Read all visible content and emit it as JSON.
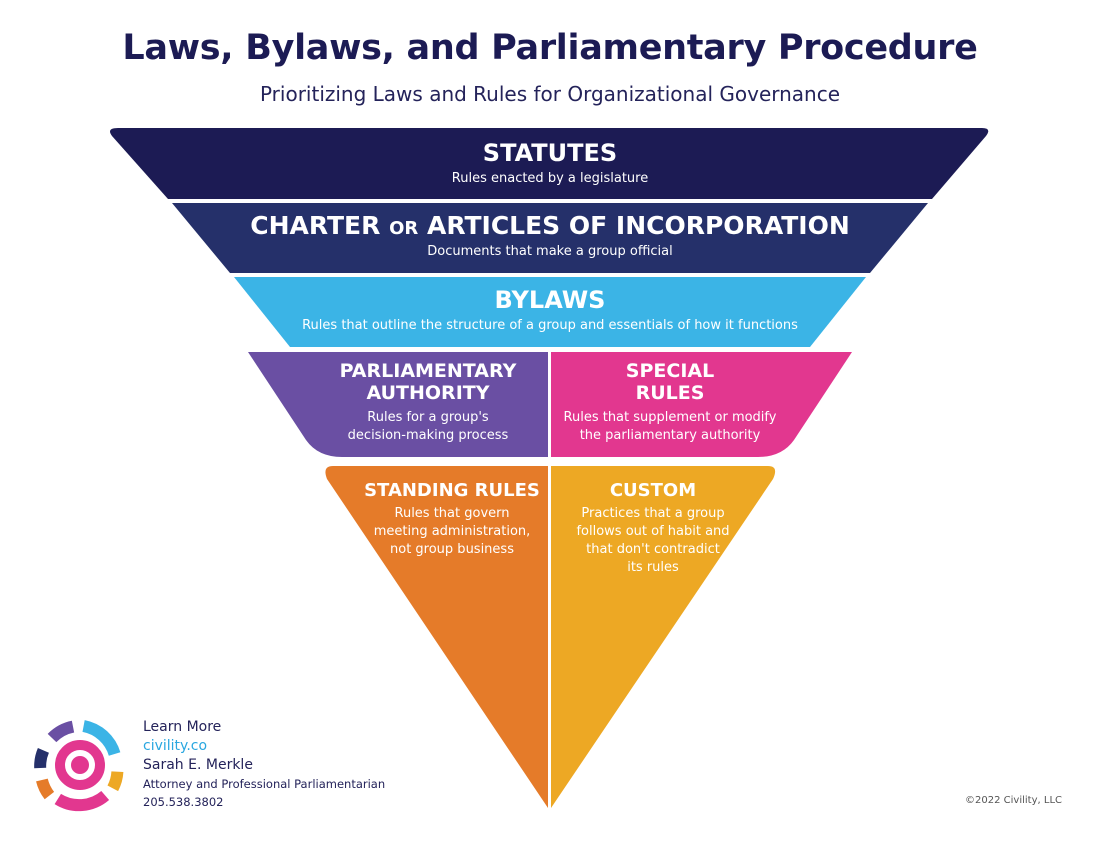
{
  "header": {
    "title": "Laws, Bylaws, and Parliamentary Procedure",
    "subtitle": "Prioritizing Laws and Rules for Organizational Governance"
  },
  "tiers": {
    "statutes": {
      "title": "STATUTES",
      "description": "Rules enacted by a legislature",
      "color": "#1c1b54"
    },
    "charter": {
      "title_a": "CHARTER",
      "title_or": "OR",
      "title_b": "ARTICLES OF INCORPORATION",
      "description": "Documents that make a group official",
      "color": "#25306a"
    },
    "bylaws": {
      "title": "BYLAWS",
      "description": "Rules that outline the structure of a group and essentials of how it functions",
      "color": "#3bb4e6"
    },
    "parliamentary_authority": {
      "title_line1": "PARLIAMENTARY",
      "title_line2": "AUTHORITY",
      "description_line1": "Rules for a group's",
      "description_line2": "decision-making process",
      "color": "#6a4fa3"
    },
    "special_rules": {
      "title_line1": "SPECIAL",
      "title_line2": "RULES",
      "description_line1": "Rules that supplement or modify",
      "description_line2": "the parliamentary authority",
      "color": "#e2378f"
    },
    "standing_rules": {
      "title": "STANDING RULES",
      "description_line1": "Rules that govern",
      "description_line2": "meeting administration,",
      "description_line3": "not group business",
      "color": "#e57b29"
    },
    "custom": {
      "title": "CUSTOM",
      "description_line1": "Practices that a group",
      "description_line2": "follows out of habit and",
      "description_line3": "that don't contradict",
      "description_line4": "its rules",
      "color": "#eda824"
    }
  },
  "footer": {
    "learn_more": "Learn More",
    "website": "civility.co",
    "name": "Sarah E. Merkle",
    "role": "Attorney and Professional Parliamentarian",
    "phone": "205.538.3802",
    "copyright": "©2022 Civility, LLC"
  },
  "logo": {
    "icon": "civility-logo-icon"
  }
}
